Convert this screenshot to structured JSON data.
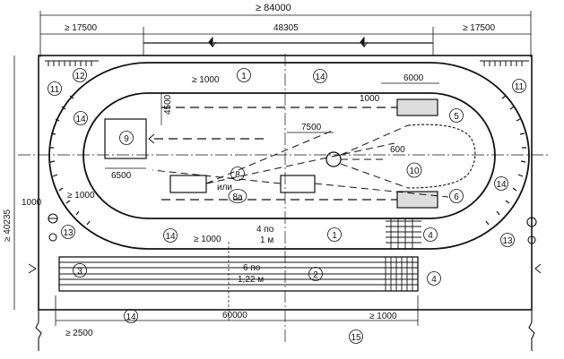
{
  "dims": {
    "overall_length": "≥ 84000",
    "left_end": "≥ 17500",
    "mid_length": "48305",
    "right_end": "≥ 17500",
    "overall_width": "≥ 40235",
    "d_1000_top": "≥ 1000",
    "d_6000": "6000",
    "d_1000_right": "1000",
    "d_4500": "4500",
    "d_7500": "7500",
    "d_600": "600",
    "d_6500": "6500",
    "d_1000_left_a": "1000",
    "d_1000_left_b": "≥ 1000",
    "d_1000_bottom": "≥ 1000",
    "d_60000": "60000",
    "d_1000_br": "≥ 1000",
    "d_2500": "≥ 2500"
  },
  "labels": {
    "ili": "или",
    "lanes_inner_1": "4 по",
    "lanes_inner_2": "1 м",
    "lanes_straight_1": "6 по",
    "lanes_straight_2": "1,22 м"
  },
  "markers": [
    "1",
    "1",
    "2",
    "3",
    "4",
    "4",
    "5",
    "6",
    "8",
    "8а",
    "9",
    "10",
    "11",
    "11",
    "12",
    "13",
    "13",
    "14",
    "14",
    "14",
    "14",
    "14",
    "15"
  ]
}
